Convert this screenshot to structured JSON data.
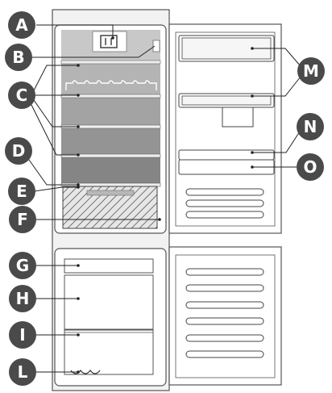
{
  "callouts": [
    {
      "key": "A",
      "label": "A"
    },
    {
      "key": "B",
      "label": "B"
    },
    {
      "key": "C",
      "label": "C"
    },
    {
      "key": "D",
      "label": "D"
    },
    {
      "key": "E",
      "label": "E"
    },
    {
      "key": "F",
      "label": "F"
    },
    {
      "key": "G",
      "label": "G"
    },
    {
      "key": "H",
      "label": "H"
    },
    {
      "key": "I",
      "label": "I"
    },
    {
      "key": "L",
      "label": "L"
    },
    {
      "key": "M",
      "label": "M"
    },
    {
      "key": "N",
      "label": "N"
    },
    {
      "key": "O",
      "label": "O"
    }
  ],
  "colors": {
    "callout_fill": "#4a4a4a",
    "callout_text": "#ffffff",
    "cabinet_outline": "#555555",
    "cabinet_fill": "#f0f0f0",
    "fridge_interior_top": "#c9c9c9",
    "fridge_interior_mid": "#b0b0b0",
    "fridge_interior_low": "#9c9c9c",
    "fridge_interior_bottom": "#8a8a8a",
    "line": "#222222"
  }
}
